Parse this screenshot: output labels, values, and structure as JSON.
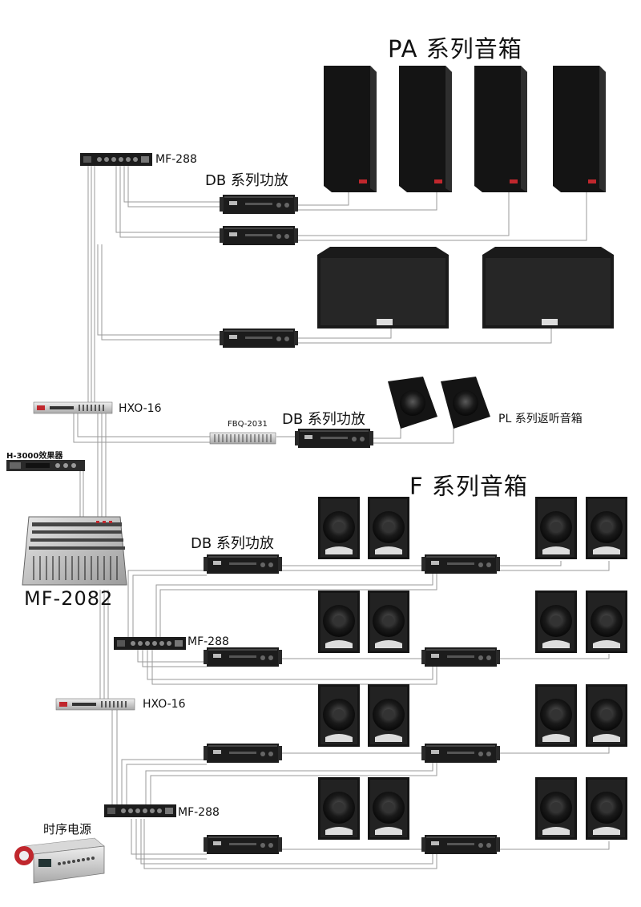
{
  "labels": {
    "pa_title": "PA 系列音箱",
    "f_title": "F 系列音箱",
    "db_amp_1": "DB 系列功放",
    "db_amp_2": "DB 系列功放",
    "db_amp_3": "DB 系列功放",
    "mf288_1": "MF-288",
    "mf288_2": "MF-288",
    "mf288_3": "MF-288",
    "hxo16_1": "HXO-16",
    "hxo16_2": "HXO-16",
    "fbq2031": "FBQ-2031",
    "pl_monitor": "PL 系列返听音箱",
    "h3000": "H-3000效果器",
    "mixer": "MF-2082",
    "power_seq": "时序电源"
  },
  "colors": {
    "cable": "#9a9a9a",
    "device": "#1c1c1c",
    "rack_silver": "#c8c8c8",
    "speaker": "#151515",
    "brand_red": "#c0272d"
  },
  "icons": {
    "amplifier": "amplifier-icon",
    "processor": "processor-icon",
    "crossover": "crossover-icon",
    "equalizer": "equalizer-icon",
    "mixer": "mixer-console-icon",
    "speaker": "speaker-cabinet-icon",
    "subwoofer": "subwoofer-icon",
    "monitor": "stage-monitor-icon",
    "power": "power-sequencer-icon"
  }
}
